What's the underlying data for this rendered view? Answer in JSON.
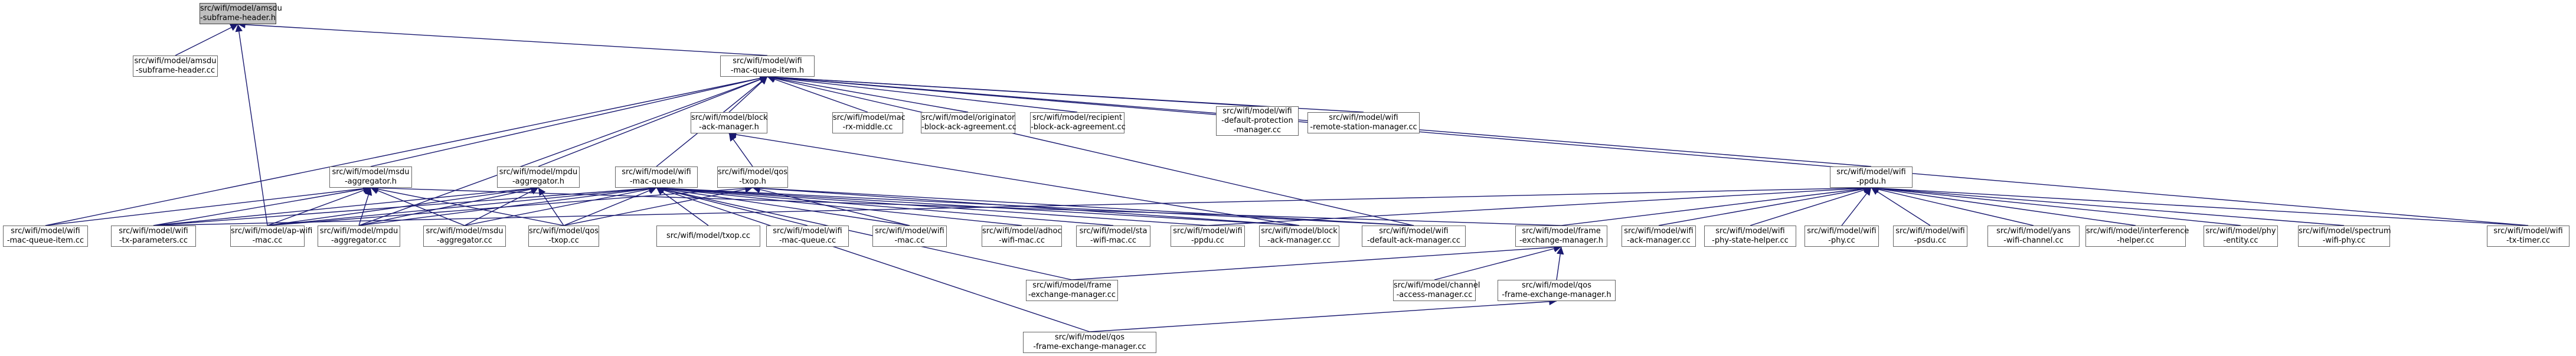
{
  "colors": {
    "edge": "#191970",
    "root_fill": "#bfbfbf",
    "node_border": "#666666"
  },
  "nodes": {
    "n0": {
      "lines": [
        "src/wifi/model/amsdu",
        "-subframe-header.h"
      ],
      "root": true
    },
    "n1": {
      "lines": [
        "src/wifi/model/amsdu",
        "-subframe-header.cc"
      ]
    },
    "n2": {
      "lines": [
        "src/wifi/model/wifi",
        "-mac-queue-item.h"
      ]
    },
    "n3": {
      "lines": [
        "src/wifi/model/block",
        "-ack-manager.h"
      ]
    },
    "n4": {
      "lines": [
        "src/wifi/model/mac",
        "-rx-middle.cc"
      ]
    },
    "n5": {
      "lines": [
        "src/wifi/model/originator",
        "-block-ack-agreement.cc"
      ]
    },
    "n6": {
      "lines": [
        "src/wifi/model/recipient",
        "-block-ack-agreement.cc"
      ]
    },
    "n7": {
      "lines": [
        "src/wifi/model/wifi",
        "-default-protection",
        "-manager.cc"
      ]
    },
    "n8": {
      "lines": [
        "src/wifi/model/wifi",
        "-remote-station-manager.cc"
      ]
    },
    "n9": {
      "lines": [
        "src/wifi/model/msdu",
        "-aggregator.h"
      ]
    },
    "n10": {
      "lines": [
        "src/wifi/model/mpdu",
        "-aggregator.h"
      ]
    },
    "n11": {
      "lines": [
        "src/wifi/model/wifi",
        "-mac-queue.h"
      ]
    },
    "n12": {
      "lines": [
        "src/wifi/model/qos",
        "-txop.h"
      ]
    },
    "n13": {
      "lines": [
        "src/wifi/model/wifi",
        "-ppdu.h"
      ]
    },
    "n14": {
      "lines": [
        "src/wifi/model/wifi",
        "-mac-queue-item.cc"
      ]
    },
    "n15": {
      "lines": [
        "src/wifi/model/wifi",
        "-tx-parameters.cc"
      ]
    },
    "n16": {
      "lines": [
        "src/wifi/model/ap-wifi",
        "-mac.cc"
      ]
    },
    "n17": {
      "lines": [
        "src/wifi/model/mpdu",
        "-aggregator.cc"
      ]
    },
    "n18": {
      "lines": [
        "src/wifi/model/msdu",
        "-aggregator.cc"
      ]
    },
    "n19": {
      "lines": [
        "src/wifi/model/qos",
        "-txop.cc"
      ]
    },
    "n20": {
      "lines": [
        "src/wifi/model/txop.cc"
      ]
    },
    "n21": {
      "lines": [
        "src/wifi/model/wifi",
        "-mac-queue.cc"
      ]
    },
    "n22": {
      "lines": [
        "src/wifi/model/wifi",
        "-mac.cc"
      ]
    },
    "n23": {
      "lines": [
        "src/wifi/model/adhoc",
        "-wifi-mac.cc"
      ]
    },
    "n24": {
      "lines": [
        "src/wifi/model/sta",
        "-wifi-mac.cc"
      ]
    },
    "n25": {
      "lines": [
        "src/wifi/model/wifi",
        "-ppdu.cc"
      ]
    },
    "n26": {
      "lines": [
        "src/wifi/model/block",
        "-ack-manager.cc"
      ]
    },
    "n27": {
      "lines": [
        "src/wifi/model/wifi",
        "-default-ack-manager.cc"
      ]
    },
    "n28": {
      "lines": [
        "src/wifi/model/frame",
        "-exchange-manager.h"
      ]
    },
    "n29": {
      "lines": [
        "src/wifi/model/wifi",
        "-ack-manager.cc"
      ]
    },
    "n30": {
      "lines": [
        "src/wifi/model/wifi",
        "-phy-state-helper.cc"
      ]
    },
    "n31": {
      "lines": [
        "src/wifi/model/wifi",
        "-phy.cc"
      ]
    },
    "n32": {
      "lines": [
        "src/wifi/model/wifi",
        "-psdu.cc"
      ]
    },
    "n33": {
      "lines": [
        "src/wifi/model/yans",
        "-wifi-channel.cc"
      ]
    },
    "n34": {
      "lines": [
        "src/wifi/model/interference",
        "-helper.cc"
      ]
    },
    "n35": {
      "lines": [
        "src/wifi/model/phy",
        "-entity.cc"
      ]
    },
    "n36": {
      "lines": [
        "src/wifi/model/spectrum",
        "-wifi-phy.cc"
      ]
    },
    "n37": {
      "lines": [
        "src/wifi/model/wifi",
        "-tx-timer.cc"
      ]
    },
    "n38": {
      "lines": [
        "src/wifi/model/frame",
        "-exchange-manager.cc"
      ]
    },
    "n39": {
      "lines": [
        "src/wifi/model/channel",
        "-access-manager.cc"
      ]
    },
    "n40": {
      "lines": [
        "src/wifi/model/qos",
        "-frame-exchange-manager.h"
      ]
    },
    "n41": {
      "lines": [
        "src/wifi/model/qos",
        "-frame-exchange-manager.cc"
      ]
    }
  },
  "edges": [
    [
      "n1",
      "n0"
    ],
    [
      "n2",
      "n0"
    ],
    [
      "n16",
      "n0"
    ],
    [
      "n3",
      "n2"
    ],
    [
      "n4",
      "n2"
    ],
    [
      "n5",
      "n2"
    ],
    [
      "n6",
      "n2"
    ],
    [
      "n7",
      "n2"
    ],
    [
      "n8",
      "n2"
    ],
    [
      "n9",
      "n2"
    ],
    [
      "n10",
      "n2"
    ],
    [
      "n11",
      "n2"
    ],
    [
      "n13",
      "n2"
    ],
    [
      "n14",
      "n2"
    ],
    [
      "n17",
      "n2"
    ],
    [
      "n27",
      "n2"
    ],
    [
      "n37",
      "n2"
    ],
    [
      "n12",
      "n3"
    ],
    [
      "n26",
      "n3"
    ],
    [
      "n14",
      "n9"
    ],
    [
      "n15",
      "n9"
    ],
    [
      "n16",
      "n9"
    ],
    [
      "n17",
      "n9"
    ],
    [
      "n18",
      "n9"
    ],
    [
      "n19",
      "n9"
    ],
    [
      "n28",
      "n9"
    ],
    [
      "n15",
      "n10"
    ],
    [
      "n16",
      "n10"
    ],
    [
      "n17",
      "n10"
    ],
    [
      "n18",
      "n10"
    ],
    [
      "n19",
      "n10"
    ],
    [
      "n15",
      "n11"
    ],
    [
      "n16",
      "n11"
    ],
    [
      "n17",
      "n11"
    ],
    [
      "n18",
      "n11"
    ],
    [
      "n19",
      "n11"
    ],
    [
      "n20",
      "n11"
    ],
    [
      "n21",
      "n11"
    ],
    [
      "n22",
      "n11"
    ],
    [
      "n23",
      "n11"
    ],
    [
      "n24",
      "n11"
    ],
    [
      "n25",
      "n11"
    ],
    [
      "n26",
      "n11"
    ],
    [
      "n27",
      "n11"
    ],
    [
      "n38",
      "n11"
    ],
    [
      "n41",
      "n11"
    ],
    [
      "n16",
      "n12"
    ],
    [
      "n19",
      "n12"
    ],
    [
      "n22",
      "n12"
    ],
    [
      "n26",
      "n12"
    ],
    [
      "n27",
      "n12"
    ],
    [
      "n15",
      "n13"
    ],
    [
      "n25",
      "n13"
    ],
    [
      "n28",
      "n13"
    ],
    [
      "n29",
      "n13"
    ],
    [
      "n30",
      "n13"
    ],
    [
      "n31",
      "n13"
    ],
    [
      "n32",
      "n13"
    ],
    [
      "n33",
      "n13"
    ],
    [
      "n34",
      "n13"
    ],
    [
      "n35",
      "n13"
    ],
    [
      "n36",
      "n13"
    ],
    [
      "n37",
      "n13"
    ],
    [
      "n38",
      "n28"
    ],
    [
      "n39",
      "n28"
    ],
    [
      "n40",
      "n28"
    ],
    [
      "n41",
      "n40"
    ]
  ]
}
